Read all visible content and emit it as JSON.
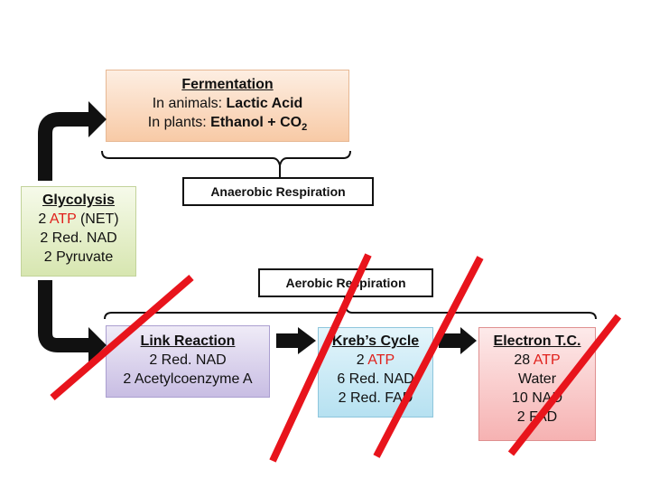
{
  "fermentation": {
    "title": "Fermentation",
    "animals_prefix": "In animals: ",
    "animals_value": "Lactic Acid",
    "plants_prefix": "In plants: ",
    "plants_value": "Ethanol + CO",
    "plants_subscript": "2"
  },
  "glycolysis": {
    "title": "Glycolysis",
    "line1_num": "2 ",
    "line1_atp": "ATP",
    "line1_rest": " (NET)",
    "line2": "2 Red. NAD",
    "line3": "2 Pyruvate"
  },
  "anaerobic_label": "Anaerobic Respiration",
  "aerobic_label": "Aerobic Respiration",
  "link_reaction": {
    "title": "Link Reaction",
    "line1": "2 Red. NAD",
    "line2": "2 Acetylcoenzyme A"
  },
  "krebs_cycle": {
    "title": "Kreb’s Cycle",
    "line1_num": "2 ",
    "line1_atp": "ATP",
    "line2": "6 Red. NAD",
    "line3": "2 Red. FAD"
  },
  "electron_tc": {
    "title": "Electron T.C.",
    "line1_num": "28 ",
    "line1_atp": "ATP",
    "line2": "Water",
    "line3": "10 NAD",
    "line4": "2 FAD"
  },
  "colors": {
    "atp_red": "#e0201b",
    "cross_red": "#e8141c",
    "arrow": "#111111"
  }
}
